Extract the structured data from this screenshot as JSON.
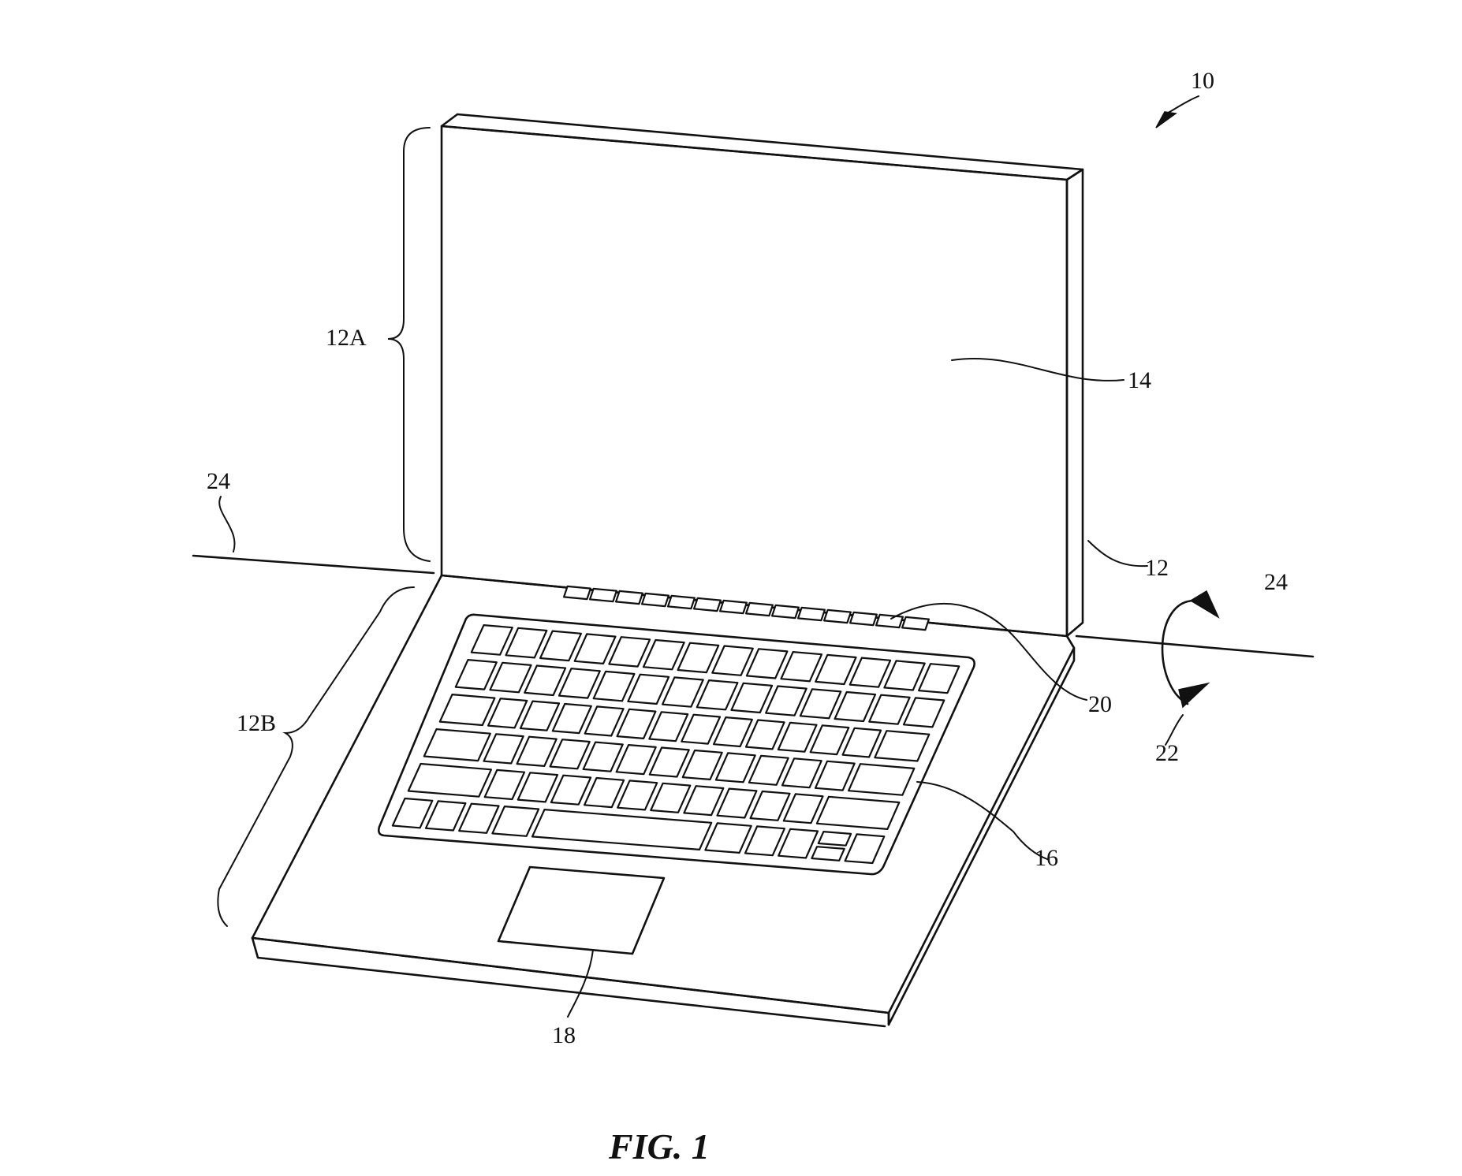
{
  "figure": {
    "caption": "FIG. 1",
    "labels": {
      "device": "10",
      "housing": "12",
      "upper_housing": "12A",
      "lower_housing": "12B",
      "display": "14",
      "keyboard": "16",
      "trackpad": "18",
      "function_row": "20",
      "rotation": "22",
      "hinge_axis": "24"
    }
  }
}
